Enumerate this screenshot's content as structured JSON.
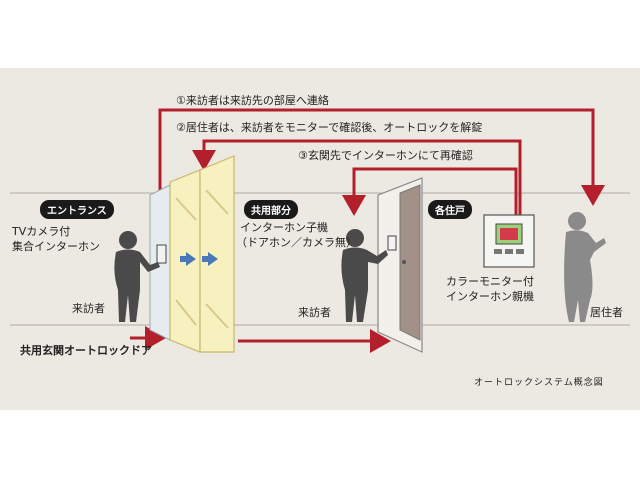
{
  "steps": [
    "①来訪者は来訪先の部屋へ連絡",
    "②居住者は、来訪者をモニターで確認後、オートロックを解錠",
    "③玄関先でインターホンにて再確認"
  ],
  "zones": {
    "entrance": "エントランス",
    "common": "共用部分",
    "unit": "各住戸"
  },
  "labels": {
    "entrance_intercom": [
      "TVカメラ付",
      "集合インターホン"
    ],
    "visitor": "来訪者",
    "autolock_door": "共用玄関オートロックドア",
    "door_intercom": [
      "インターホン子機",
      "（ドアホン／カメラ無）"
    ],
    "master_intercom": [
      "カラーモニター付",
      "インターホン親機"
    ],
    "resident": "居住者",
    "caption": "オートロックシステム概念図"
  },
  "colors": {
    "arrow_red": "#b3202c",
    "arrow_blue": "#4a78b8",
    "panel_bg": "#ece8e2",
    "figure": "#4a4a4a"
  }
}
